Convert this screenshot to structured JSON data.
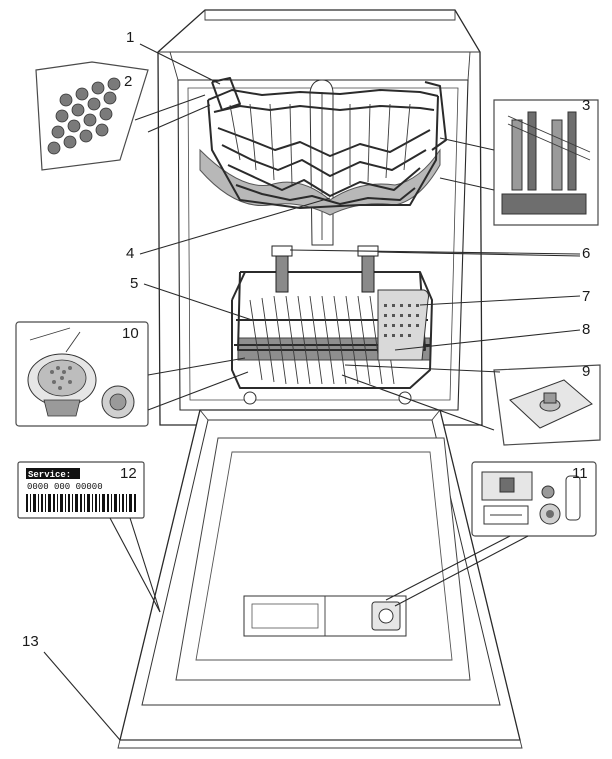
{
  "callouts": [
    {
      "id": "1",
      "text": "1"
    },
    {
      "id": "2",
      "text": "2"
    },
    {
      "id": "3",
      "text": "3"
    },
    {
      "id": "4",
      "text": "4"
    },
    {
      "id": "5",
      "text": "5"
    },
    {
      "id": "6",
      "text": "6"
    },
    {
      "id": "7",
      "text": "7"
    },
    {
      "id": "8",
      "text": "8"
    },
    {
      "id": "9",
      "text": "9"
    },
    {
      "id": "10",
      "text": "10"
    },
    {
      "id": "11",
      "text": "11"
    },
    {
      "id": "12",
      "text": "12"
    },
    {
      "id": "13",
      "text": "13"
    }
  ],
  "service_label": {
    "title": "Service:",
    "number": "0000 000 00000"
  },
  "colors": {
    "line": "#2a2a2a",
    "shade": "#9a9a9a",
    "dark_shade": "#6e6e6e",
    "light_fill": "#e6e6e6"
  }
}
